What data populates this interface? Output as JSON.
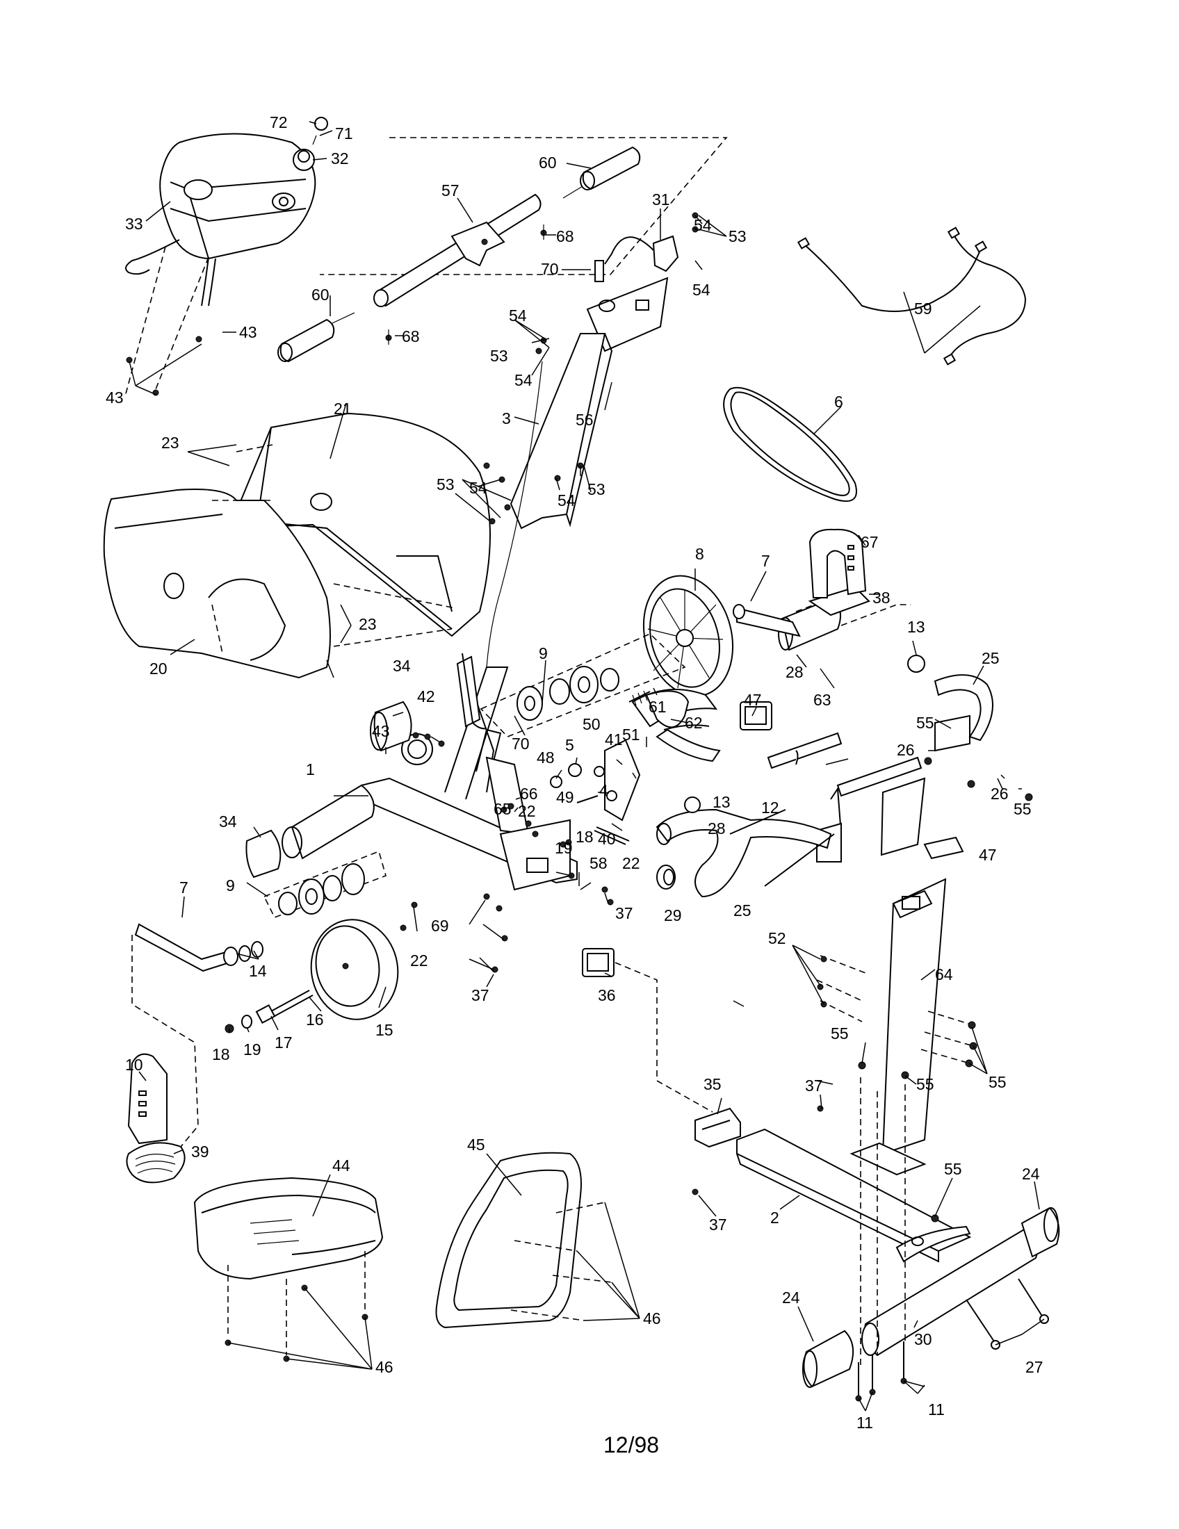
{
  "labels": {
    "p1": "1",
    "p2": "2",
    "p3": "3",
    "p4": "4",
    "p5": "5",
    "p6": "6",
    "p7": "7",
    "p8": "8",
    "p9": "9",
    "p10": "10",
    "p11": "11",
    "p12": "12",
    "p13": "13",
    "p14": "14",
    "p15": "15",
    "p16": "16",
    "p17": "17",
    "p18": "18",
    "p19": "19",
    "p20": "20",
    "p21": "21",
    "p22": "22",
    "p23": "23",
    "p24": "24",
    "p25": "25",
    "p26": "26",
    "p27": "27",
    "p28": "28",
    "p29": "29",
    "p30": "30",
    "p31": "31",
    "p32": "32",
    "p33": "33",
    "p34": "34",
    "p35": "35",
    "p36": "36",
    "p37": "37",
    "p38": "38",
    "p39": "39",
    "p40": "40",
    "p41": "41",
    "p42": "42",
    "p43": "43",
    "p44": "44",
    "p45": "45",
    "p46": "46",
    "p47": "47",
    "p48": "48",
    "p49": "49",
    "p50": "50",
    "p51": "51",
    "p52": "52",
    "p53": "53",
    "p54": "54",
    "p55": "55",
    "p56": "56",
    "p57": "57",
    "p58": "58",
    "p59": "59",
    "p60": "60",
    "p61": "61",
    "p62": "62",
    "p63": "63",
    "p64": "64",
    "p65": "65",
    "p66": "66",
    "p67": "67",
    "p68": "68",
    "p69": "69",
    "p70": "70",
    "p71": "71",
    "p72": "72"
  },
  "footer": {
    "date_code": "12/98"
  }
}
